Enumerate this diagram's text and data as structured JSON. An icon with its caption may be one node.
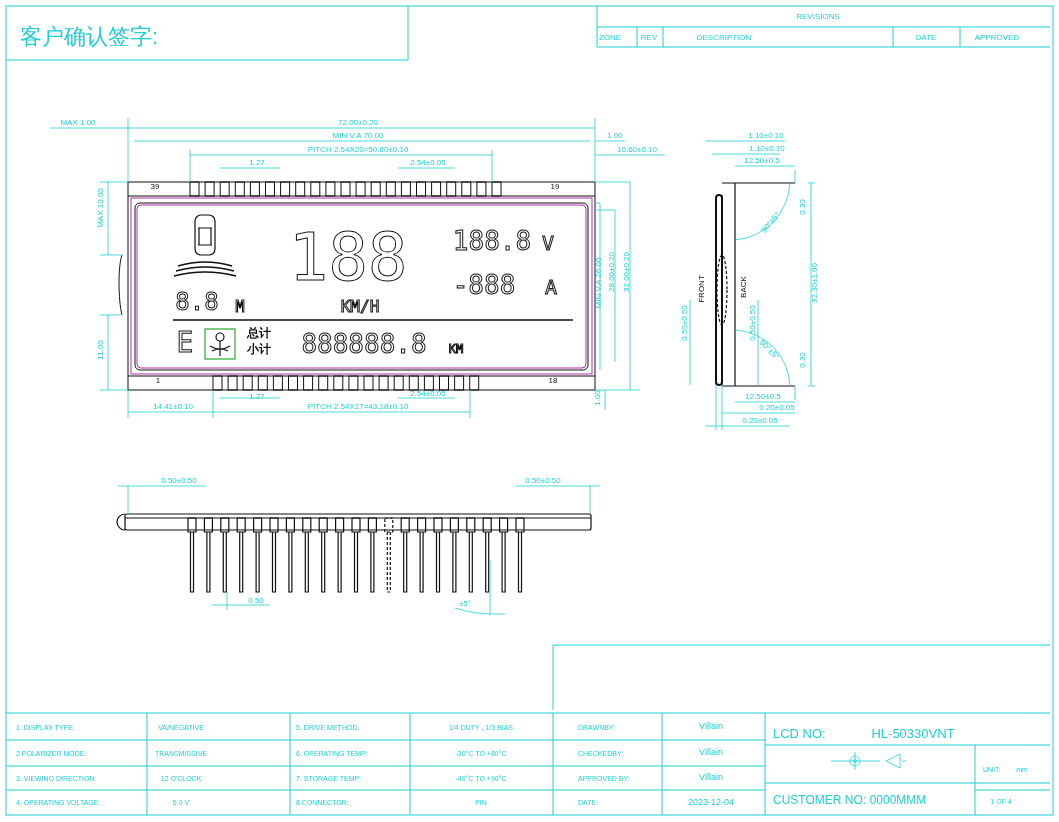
{
  "diagram": {
    "labels": [
      "客户确认签字:",
      "REVISIONS",
      "ZONE",
      "REV",
      "DESCRIPTION",
      "DATE",
      "APPROVED",
      "MAX 1.00",
      "72.00±0.20",
      "MIN V.A 70.00",
      "1.00",
      "PITCH 2.54X20=50.80±0.10",
      "10.60±0.10",
      "1.27",
      "2.54±0.05",
      "39",
      "19",
      "MAX 10.00",
      "188",
      "188.8",
      "V",
      "-888",
      "A",
      "8.8",
      "M",
      "KM/H",
      "E",
      "总计",
      "小计",
      "888888.8",
      "KM",
      "1",
      "18",
      "11.00",
      "MIN V.A 26.00",
      "28.00±0.20",
      "32.00±0.20",
      "1.27",
      "2.54±0.05",
      "14.41±0.10",
      "PITCH 2.54X17=43.18±0.10",
      "1.00",
      "1.10±0.10",
      "1.10±0.10",
      "12.50±0.5",
      "0.30",
      "90°±5°",
      "32.30±1.00",
      "FRONT",
      "BACK",
      "0.50±0.50",
      "0.50±0.50",
      "90°±5°",
      "0.30",
      "12.50±0.5",
      "0.20±0.05",
      "0.20±0.05",
      "0.50±0.50",
      "0.50±0.50",
      "0.50",
      "±5°",
      "1. DISPLAY TYPE:",
      "VA/NEGATIVE",
      "5. DRIVE METHOD:",
      "1/4 DUTY , 1/3 BIAS",
      "DRAWNBY:",
      "Villain",
      "LCD NO:",
      "HL-50330VNT",
      "2 POLARIZER MODE:",
      "TRANSMISSIVE",
      "6. OPERATING TEMP:",
      "-30°C TO +80°C",
      "CHECKEDBY:",
      "Villain",
      "UNIT:",
      "mm",
      "3. VIEWING DIRECTION:",
      "12 O'CLOCK",
      "7. STORAGE TEMP:",
      "-40°C TO +90°C",
      "APPROVED BY:",
      "Villain",
      "4. OPERATING VOLTAGE:",
      "5.0 V",
      "8 CONNECTOR:",
      "PIN",
      "DATE:",
      "2023-12-04",
      "CUSTOMER NO:",
      "0000MMM",
      "1 OF 4"
    ]
  }
}
